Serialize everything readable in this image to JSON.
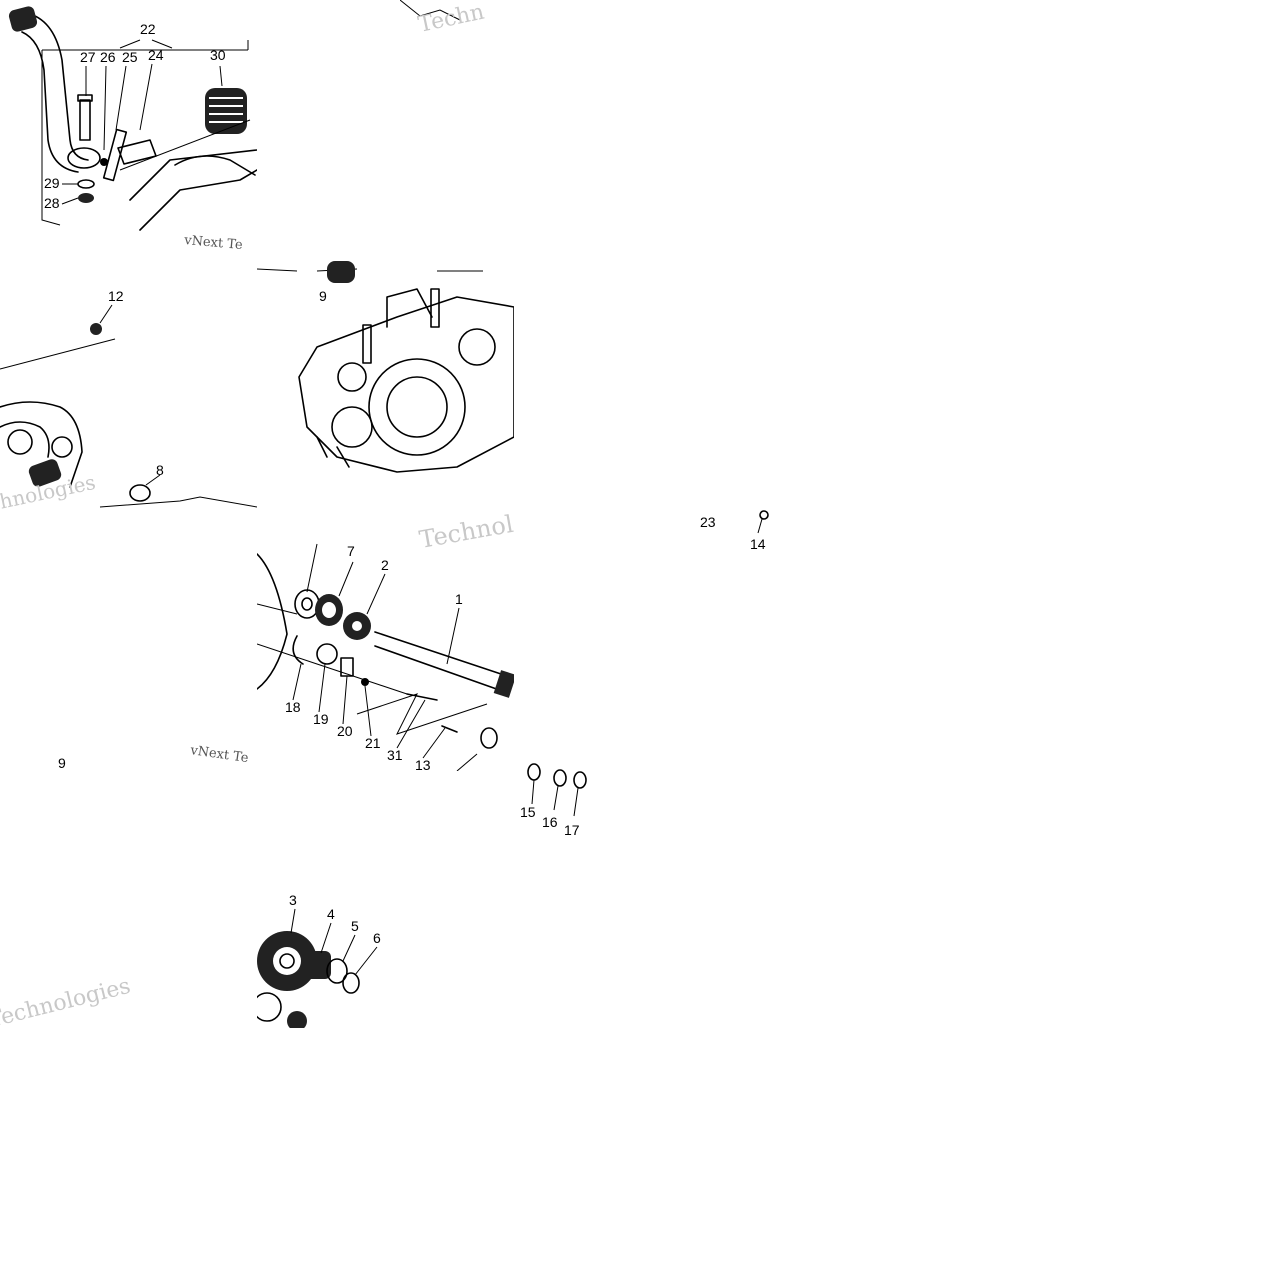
{
  "tiles": [
    {
      "id": "kickstarter",
      "callouts": [
        "22",
        "27",
        "26",
        "25",
        "24",
        "30",
        "29",
        "28"
      ],
      "watermark": "vNext Te"
    },
    {
      "id": "upper-left-crankcase",
      "callouts": [
        "12",
        "8"
      ],
      "watermark": "chnologies"
    },
    {
      "id": "crankcase-main",
      "callouts": [
        "9"
      ],
      "watermark": ""
    },
    {
      "id": "left-blank",
      "callouts": [
        "9"
      ],
      "watermark": "vNext Te"
    },
    {
      "id": "shaft-assembly",
      "callouts": [
        "7",
        "2",
        "1",
        "18",
        "19",
        "20",
        "21",
        "31",
        "13"
      ],
      "watermark": "Technologies"
    },
    {
      "id": "gear-set",
      "callouts": [
        "3",
        "4",
        "5",
        "6"
      ],
      "watermark": "Technologies"
    }
  ],
  "free_labels": {
    "l23": "23",
    "l14": "14",
    "l15": "15",
    "l16": "16",
    "l17": "17"
  }
}
